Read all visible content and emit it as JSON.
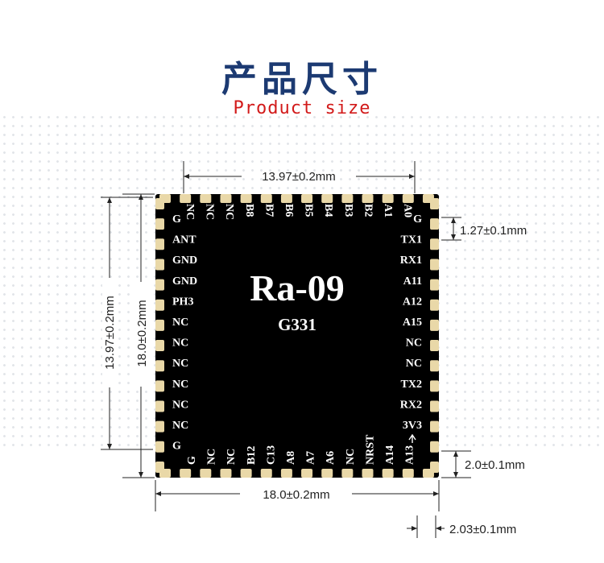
{
  "header": {
    "title": "产品尺寸",
    "subtitle": "Product size"
  },
  "chip": {
    "name": "Ra-09",
    "model": "G331"
  },
  "pins": {
    "top": [
      "NC",
      "NC",
      "NC",
      "B8",
      "B7",
      "B6",
      "B5",
      "B4",
      "B3",
      "B2",
      "A1",
      "A0"
    ],
    "left": [
      "G",
      "ANT",
      "GND",
      "GND",
      "PH3",
      "NC",
      "NC",
      "NC",
      "NC",
      "NC",
      "NC",
      "G"
    ],
    "right": [
      "G",
      "TX1",
      "RX1",
      "A11",
      "A12",
      "A15",
      "NC",
      "NC",
      "TX2",
      "RX2",
      "3V3"
    ],
    "bottom": [
      "G",
      "NC",
      "NC",
      "B12",
      "C13",
      "A8",
      "A7",
      "A6",
      "NC",
      "NRST",
      "A14",
      "A13"
    ]
  },
  "dimensions": {
    "top_width": "13.97±0.2mm",
    "pin_pitch": "1.27±0.1mm",
    "left_outer": "13.97±0.2mm",
    "left_inner": "18.0±0.2mm",
    "bottom_width": "18.0±0.2mm",
    "pad_length": "2.0±0.1mm",
    "pad_width": "2.03±0.1mm"
  },
  "colors": {
    "pad": "#e9d8a8",
    "title": "#1c3a72",
    "subtitle": "#d21a1a",
    "body": "#000000"
  }
}
